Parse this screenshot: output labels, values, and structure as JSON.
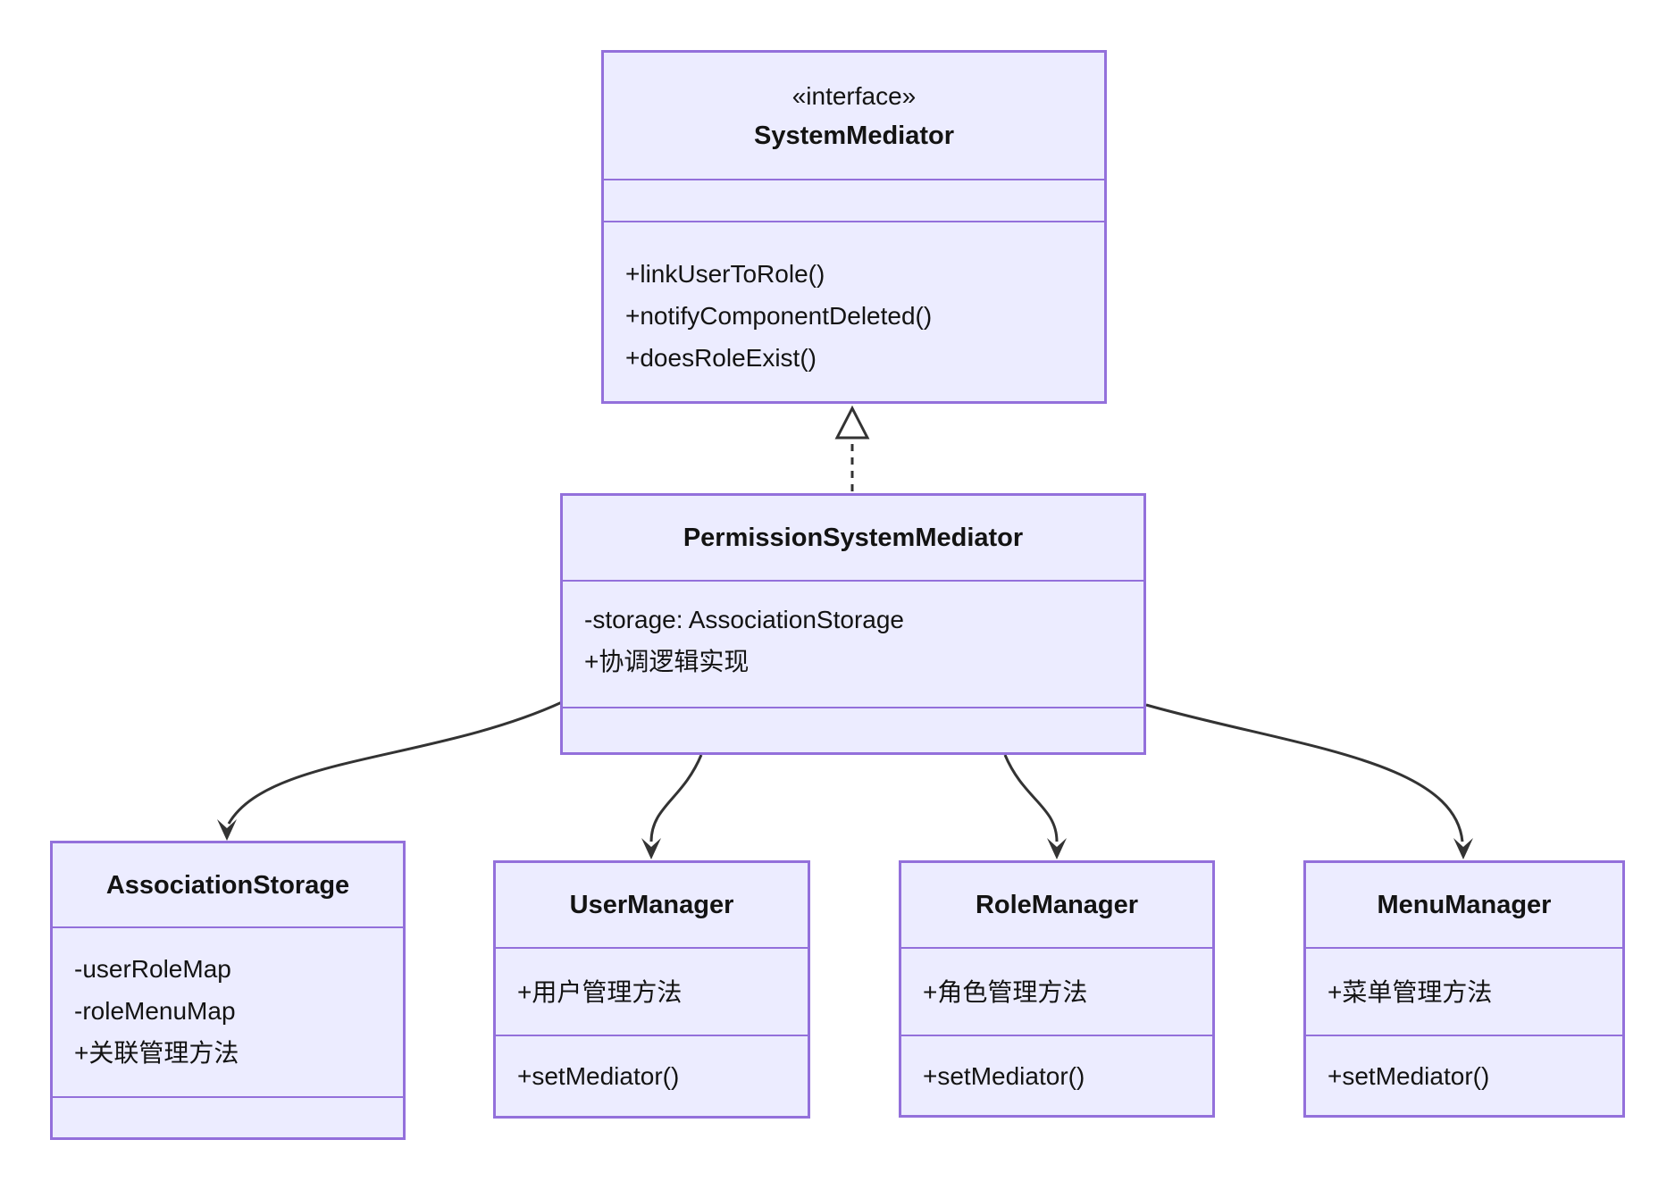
{
  "colors": {
    "node_fill": "#ECECFF",
    "node_border": "#9370DB",
    "edge_line": "#333333",
    "text": "#131313",
    "background": "#ffffff"
  },
  "classes": {
    "systemMediator": {
      "annotation": "«interface»",
      "name": "SystemMediator",
      "attributes": [],
      "methods": [
        "+linkUserToRole()",
        "+notifyComponentDeleted()",
        "+doesRoleExist()"
      ]
    },
    "permissionSystemMediator": {
      "name": "PermissionSystemMediator",
      "attributes": [
        "-storage: AssociationStorage",
        "+协调逻辑实现"
      ],
      "methods": []
    },
    "associationStorage": {
      "name": "AssociationStorage",
      "attributes": [
        "-userRoleMap",
        "-roleMenuMap",
        "+关联管理方法"
      ],
      "methods": []
    },
    "userManager": {
      "name": "UserManager",
      "attributes": [
        "+用户管理方法"
      ],
      "methods": [
        "+setMediator()"
      ]
    },
    "roleManager": {
      "name": "RoleManager",
      "attributes": [
        "+角色管理方法"
      ],
      "methods": [
        "+setMediator()"
      ]
    },
    "menuManager": {
      "name": "MenuManager",
      "attributes": [
        "+菜单管理方法"
      ],
      "methods": [
        "+setMediator()"
      ]
    }
  },
  "relationships": [
    {
      "from": "PermissionSystemMediator",
      "to": "SystemMediator",
      "type": "realization"
    },
    {
      "from": "PermissionSystemMediator",
      "to": "AssociationStorage",
      "type": "association"
    },
    {
      "from": "PermissionSystemMediator",
      "to": "UserManager",
      "type": "association"
    },
    {
      "from": "PermissionSystemMediator",
      "to": "RoleManager",
      "type": "association"
    },
    {
      "from": "PermissionSystemMediator",
      "to": "MenuManager",
      "type": "association"
    }
  ]
}
